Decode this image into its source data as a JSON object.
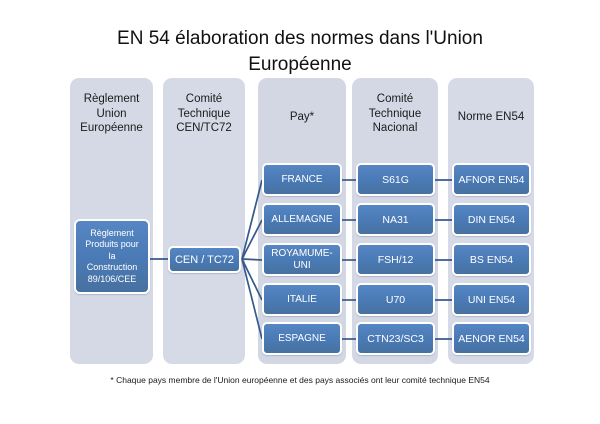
{
  "title": "EN 54 élaboration des normes dans l'Union\nEuropéenne",
  "footnote": "* Chaque pays membre de l'Union européenne et des pays associés ont leur comité technique EN54",
  "colors": {
    "panel_background": "#d4d8e4",
    "node_fill": "#4a7ab5",
    "node_border": "#ffffff",
    "connector": "#36598c",
    "page_background": "#ffffff",
    "text_dark": "#1a1a1a"
  },
  "columns": [
    {
      "id": "reglement-ue",
      "header": "Règlement\nUnion\nEuropéenne"
    },
    {
      "id": "comite-cen",
      "header": "Comité\nTechnique\nCEN/TC72"
    },
    {
      "id": "pays",
      "header": "Pay*"
    },
    {
      "id": "comite-nacional",
      "header": "Comité\nTechnique\nNacional"
    },
    {
      "id": "norme",
      "header": "Norme EN54"
    }
  ],
  "nodes": {
    "reglement": "Règlement\nProduits pour\nla\nConstruction\n89/106/CEE",
    "cen": "CEN / TC72"
  },
  "rows": [
    {
      "country": "FRANCE",
      "committee": "S61G",
      "norme": "AFNOR EN54"
    },
    {
      "country": "ALLEMAGNE",
      "committee": "NA31",
      "norme": "DIN EN54"
    },
    {
      "country": "ROYAMUME-\nUNI",
      "committee": "FSH/12",
      "norme": "BS EN54"
    },
    {
      "country": "ITALIE",
      "committee": "U70",
      "norme": "UNI EN54"
    },
    {
      "country": "ESPAGNE",
      "committee": "CTN23/SC3",
      "norme": "AENOR EN54"
    }
  ]
}
